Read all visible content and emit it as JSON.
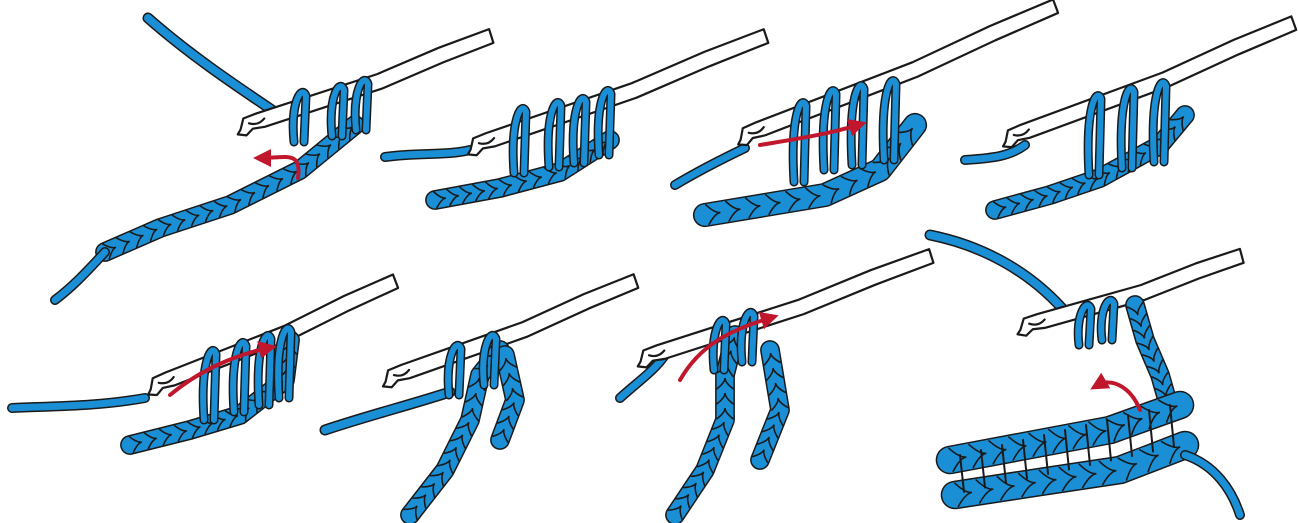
{
  "figure": {
    "panels": [
      {
        "id": "step-1"
      },
      {
        "id": "step-2"
      },
      {
        "id": "step-3"
      },
      {
        "id": "step-4"
      },
      {
        "id": "step-5"
      },
      {
        "id": "step-6"
      },
      {
        "id": "step-7"
      },
      {
        "id": "step-8"
      }
    ]
  },
  "colors": {
    "yarn": "#1a8fd6",
    "outline": "#1a1a1a",
    "arrow": "#c0172c",
    "hook": "#ffffff",
    "background": "#ffffff"
  },
  "icons": [
    "crochet-hook-icon",
    "yarn-chain-icon",
    "direction-arrow-icon"
  ]
}
